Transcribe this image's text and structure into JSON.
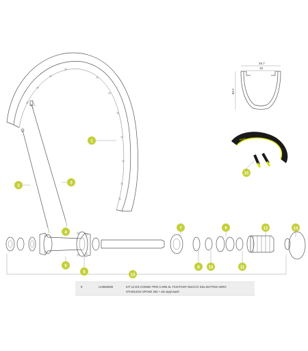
{
  "colors": {
    "callout": "#c4cf3a",
    "line": "#555555",
    "table_bg": "#eeeeee",
    "tire_yellow": "#d6e600"
  },
  "profile_dims": {
    "width_outer": "25.7",
    "width_inner": "19",
    "height": "40.2"
  },
  "callouts": [
    "1",
    "2",
    "3",
    "4",
    "5",
    "6",
    "7",
    "8",
    "9",
    "10",
    "11",
    "12",
    "13",
    "14",
    "15"
  ],
  "parts_table": {
    "ref": "9",
    "code": "LV3662600",
    "description_line1": "KIT 12 DS COSMIC PRO CARB SL T/UST/UST Disc/C/C Disc BUTTED AERO",
    "description_line2": "STAINLESS SPOKE 292 + alu nippl.wash"
  }
}
